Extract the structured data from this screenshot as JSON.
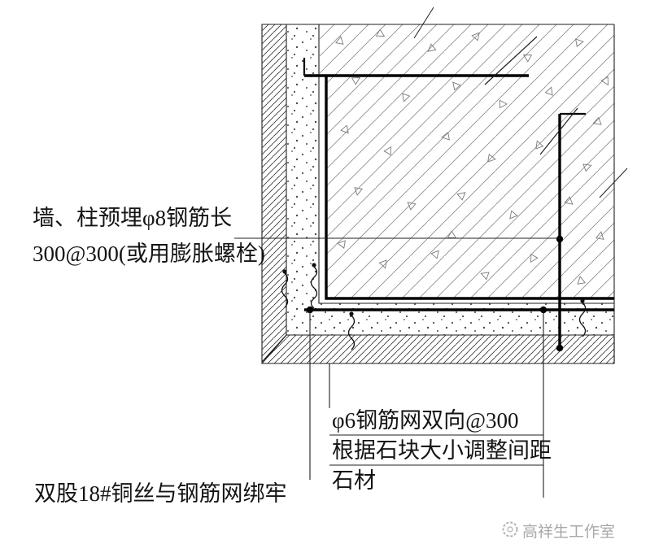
{
  "drawing": {
    "annotations": {
      "embedded_rebar": {
        "line1": "墙、柱预埋φ8钢筋长",
        "line2": "300@300(或用膨胀螺栓)"
      },
      "copper_wire": "双股18#铜丝与钢筋网绑牢",
      "steel_mesh": {
        "line1": "φ6钢筋网双向@300",
        "line2": "根据石块大小调整间距"
      },
      "stone": "石材"
    },
    "watermark": "高祥生工作室",
    "colors": {
      "line": "#1f1f1f",
      "rebar": "#000000",
      "hatch": "#8a8a8a",
      "watermark": "#a8a8a8",
      "background": "#ffffff"
    }
  }
}
